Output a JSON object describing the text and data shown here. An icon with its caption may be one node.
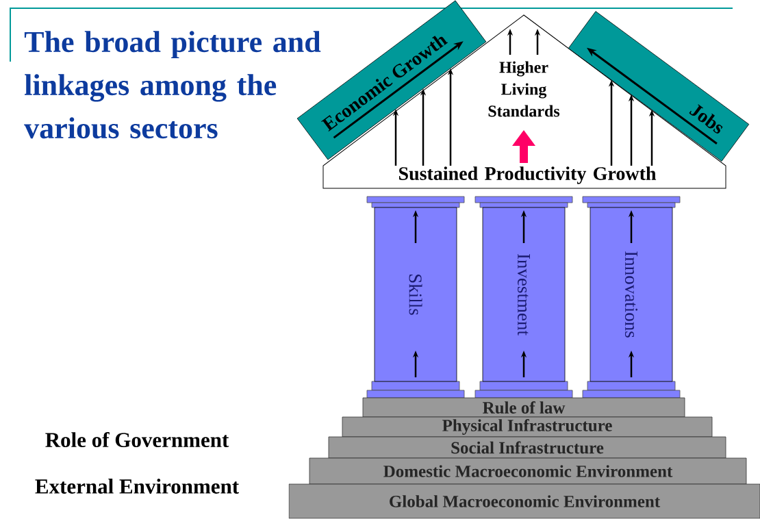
{
  "diagram": {
    "title": "The broad picture and linkages among the various sectors",
    "nodes": [
      {
        "text": [
          "Higher Living Standards",
          "Sustained Productivity Growth"
        ]
      },
      {
        "text": [
          "Economic Growth"
        ]
      },
      {
        "text": [
          "Jobs"
        ]
      },
      {
        "text": [
          "Skills"
        ]
      },
      {
        "text": [
          "Investment"
        ]
      },
      {
        "text": [
          "Innovations"
        ]
      },
      {
        "text": [
          "Rule of law"
        ]
      },
      {
        "text": [
          "Physical Infrastructure"
        ]
      },
      {
        "text": [
          "Social Infrastructure"
        ]
      },
      {
        "text": [
          "Domestic Macroeconomic Environment"
        ]
      },
      {
        "text": [
          "Global Macroeconomic Environment"
        ]
      }
    ],
    "edges": [
      {
        "from": 0,
        "to": 1,
        "arrow": "to"
      },
      {
        "from": 0,
        "to": 1,
        "arrow": "to"
      },
      {
        "from": 0,
        "to": 1,
        "arrow": "to"
      },
      {
        "from": 0,
        "to": 2,
        "arrow": "to"
      },
      {
        "from": 0,
        "to": 2,
        "arrow": "to"
      },
      {
        "from": 0,
        "to": 2,
        "arrow": "to"
      }
    ],
    "labels": [
      "Role of Government",
      "External Environment"
    ]
  }
}
